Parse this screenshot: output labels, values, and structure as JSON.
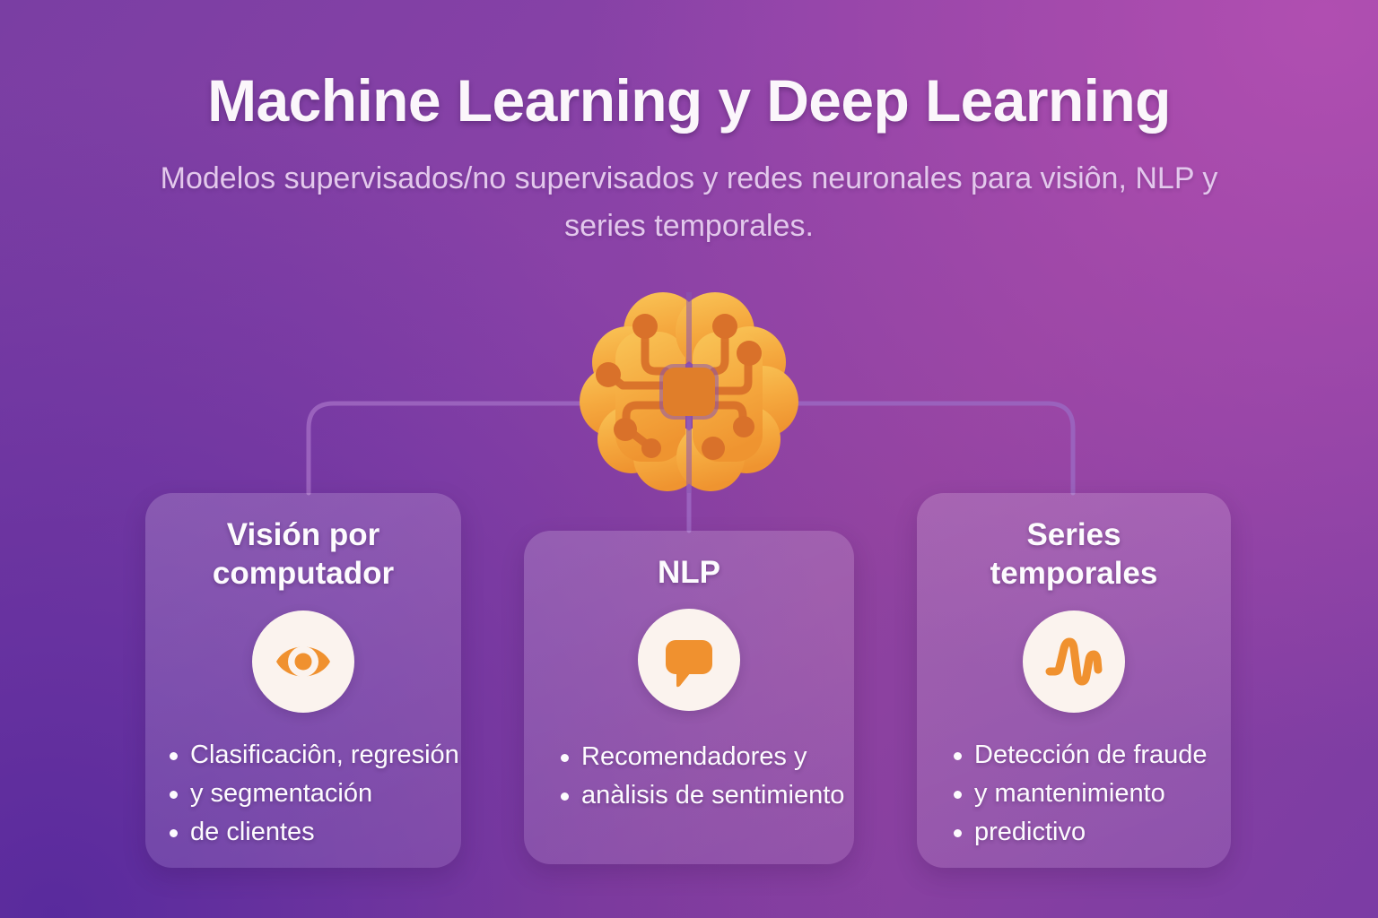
{
  "header": {
    "title": "Machine Learning y Deep Learning",
    "subtitle": "Modelos supervisados/no supervisados y redes neuronales para visiôn, NLP y series temporales."
  },
  "hub": {
    "icon": "brain-chip-icon",
    "label": "Machine Learning y Deep Learning"
  },
  "colors": {
    "background_top_left": "#7a3ea3",
    "background_top_right": "#a0459f",
    "background_bottom_left": "#5f309a",
    "background_bottom_right": "#7b3ca4",
    "accent_orange": "#f0912f",
    "accent_orange_light": "#f7b64a",
    "accent_orange_dark": "#d9712a",
    "icon_circle": "#fbf3ee",
    "card_surface": "rgba(255,255,255,0.15)",
    "title_text": "#fbf6fb",
    "subtitle_text": "#e3c8ec",
    "connector_line": "#9a62bd"
  },
  "cards": [
    {
      "title": "Visión por\ncomputador",
      "icon": "eye-icon",
      "bullets": [
        "Clasificaciôn, regresión",
        "y segmentación",
        "de clientes"
      ]
    },
    {
      "title": "NLP",
      "icon": "speech-bubble-icon",
      "bullets": [
        "Recomendadores y",
        "anàlisis de sentimiento"
      ]
    },
    {
      "title": "Series\ntemporales",
      "icon": "pulse-wave-icon",
      "bullets": [
        "Detección de fraude",
        "y mantenimiento",
        "predictivo"
      ]
    }
  ]
}
